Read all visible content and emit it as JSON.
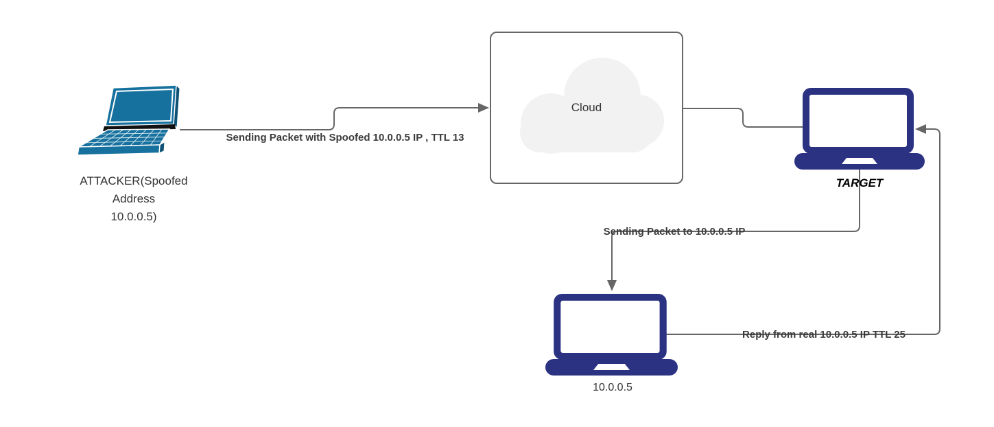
{
  "colors": {
    "attacker_fill": "#16719e",
    "attacker_side": "#0d5174",
    "host_fill": "#2b3282",
    "connector": "#666666",
    "box_border": "#666666",
    "cloud_fill": "#f2f2f2",
    "label_text": "#3b3b3b",
    "node_text": "#333333",
    "hinge": "#111111"
  },
  "nodes": {
    "attacker": {
      "label": "ATTACKER(Spoofed\nAddress\n10.0.0.5)",
      "icon": "laptop-3d-icon"
    },
    "cloud": {
      "label": "Cloud",
      "icon": "cloud-icon"
    },
    "target": {
      "label": "TARGET",
      "icon": "laptop-icon"
    },
    "real_host": {
      "label": "10.0.0.5",
      "icon": "laptop-icon"
    }
  },
  "edges": {
    "attacker_to_cloud": {
      "label": "Sending Packet with Spoofed 10.0.0.5 IP , TTL 13",
      "arrow": "into-cloud"
    },
    "cloud_to_target": {
      "label": ""
    },
    "target_to_real_host": {
      "label": "Sending Packet to 10.0.0.5 IP",
      "arrow": "into-real-host"
    },
    "real_host_to_target": {
      "label": "Reply from real 10.0.0.5 IP TTL 25",
      "arrow": "into-target"
    }
  }
}
